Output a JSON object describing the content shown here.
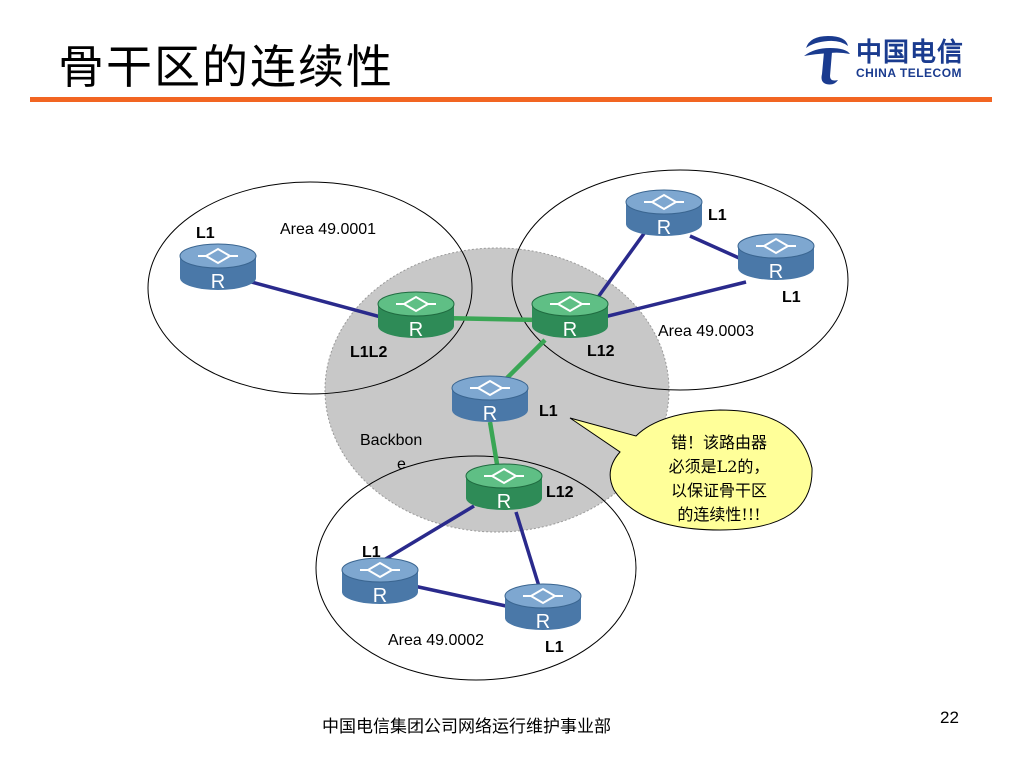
{
  "slide": {
    "title": "骨干区的连续性",
    "footer": "中国电信集团公司网络运行维护事业部",
    "page_number": "22"
  },
  "logo": {
    "name_cn": "中国电信",
    "name_en": "CHINA TELECOM",
    "icon": "china-telecom-logo-icon",
    "color": "#1a3b8f"
  },
  "colors": {
    "accent_rule": "#f26522",
    "backbone_router": "#2e8b57",
    "area_router": "#4a78a8",
    "backbone_link": "#3aa655",
    "area_link": "#2a2a8c",
    "backbone_fill": "#c8c8c8",
    "callout_fill": "#ffff99"
  },
  "diagram": {
    "router_letter": "R",
    "areas": {
      "area1": "Area 49.0001",
      "area2": "Area 49.0002",
      "area3": "Area 49.0003",
      "backbone_line1": "Backbon",
      "backbone_line2": "e"
    },
    "labels": {
      "a1_router": "L1",
      "a1_border": "L1L2",
      "a3_top": "L1",
      "a3_right": "L1",
      "a3_border": "L12",
      "center": "L1",
      "a2_border": "L12",
      "a2_left": "L1",
      "a2_right": "L1"
    },
    "callout": {
      "line1": "错！该路由器",
      "line2": "必须是L2的，",
      "line3": "以保证骨干区",
      "line4": "的连续性!!!"
    }
  }
}
